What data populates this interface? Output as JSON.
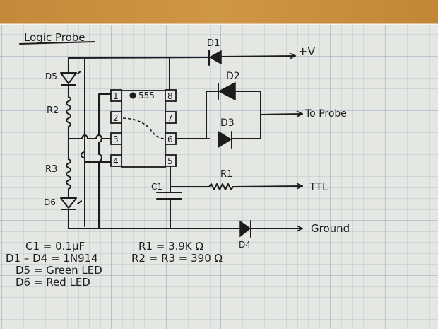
{
  "colors": {
    "wood": "#c98f3c",
    "paper": "#e6e8e4",
    "grid": "#9fb3c8",
    "ink": "#1c1c1c"
  },
  "diagram": {
    "title": "Logic Probe",
    "ic": {
      "label": "555",
      "pins_left": [
        "1",
        "2",
        "3",
        "4"
      ],
      "pins_right": [
        "8",
        "7",
        "6",
        "5"
      ]
    },
    "components": {
      "d1": "D1",
      "d2": "D2",
      "d3": "D3",
      "d4": "D4",
      "d5": "D5",
      "d6": "D6",
      "r1": "R1",
      "r2": "R2",
      "r3": "R3",
      "c1": "C1"
    },
    "terminals": {
      "vplus": "+V",
      "probe": "To Probe",
      "ttl": "TTL",
      "ground": "Ground"
    },
    "parts_list": [
      "C1 = 0.1µF",
      "D1 – D4 = 1N914",
      "D5 = Green LED",
      "D6 = Red LED"
    ],
    "resistor_list": [
      "R1 = 3.9K Ω",
      "R2 = R3 = 390 Ω"
    ]
  }
}
